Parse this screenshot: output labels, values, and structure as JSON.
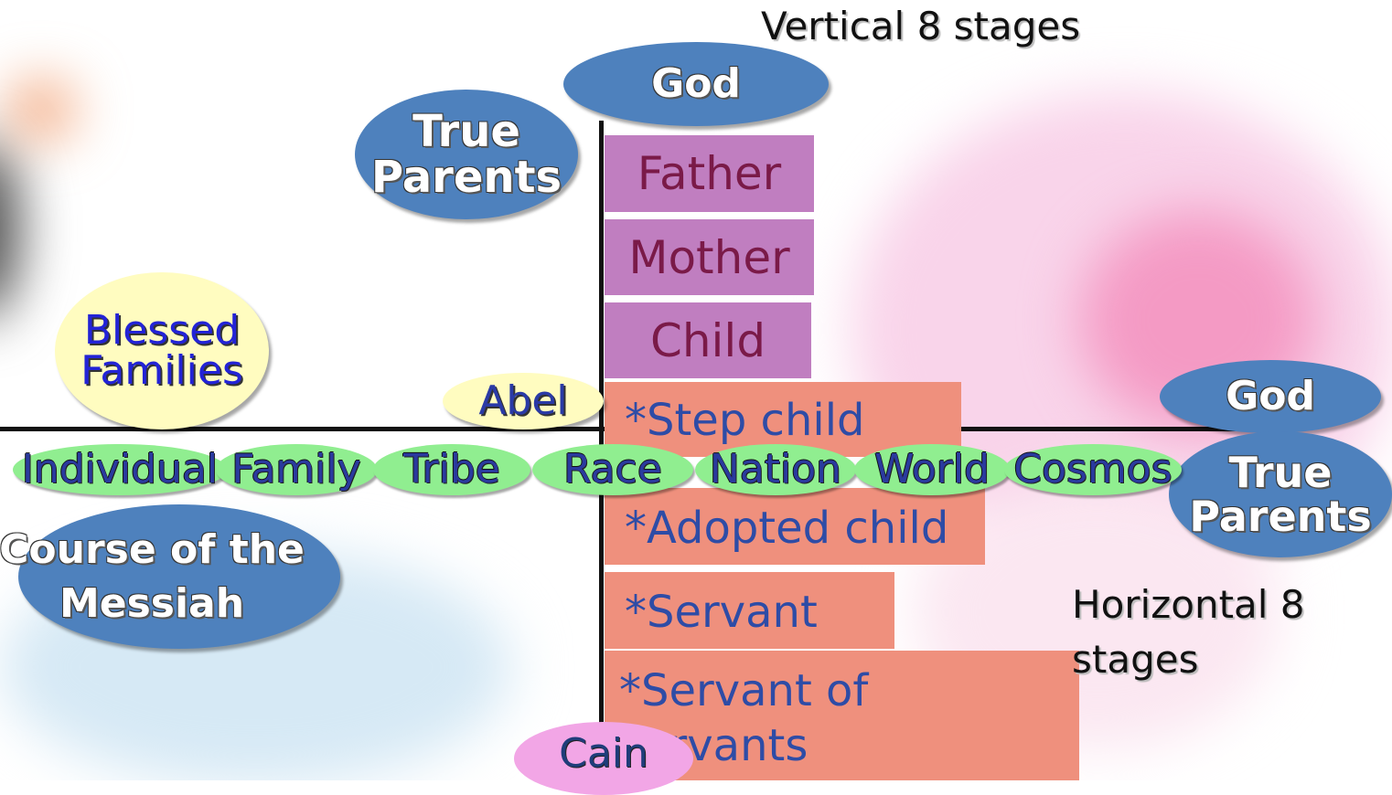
{
  "title_vertical": "Vertical 8 stages",
  "title_horizontal": "Horizontal 8 stages",
  "top_god": "God",
  "true_parents_top": "True Parents",
  "blessed_families": "Blessed Families",
  "course_of_messiah": "Course of the Messiah",
  "right_god": "God",
  "right_true_parents": "True Parents",
  "abel": "Abel",
  "cain": "Cain",
  "vertical_stages": [
    "Father",
    "Mother",
    "Child",
    "*Step child",
    "*Adopted child",
    "*Servant",
    "*Servant of servants"
  ],
  "horizontal_stages": [
    "Individual",
    "Family",
    "Tribe",
    "Race",
    "Nation",
    "World",
    "Cosmos"
  ],
  "colors": {
    "blue_ellipse": "#4e81bd",
    "green_ellipse": "#90ee90",
    "purple_box": "#c07ec0",
    "salmon_box": "#ef907d",
    "yellow_ellipse": "#fffcc0",
    "pink_ellipse": "#f2a6e6"
  }
}
